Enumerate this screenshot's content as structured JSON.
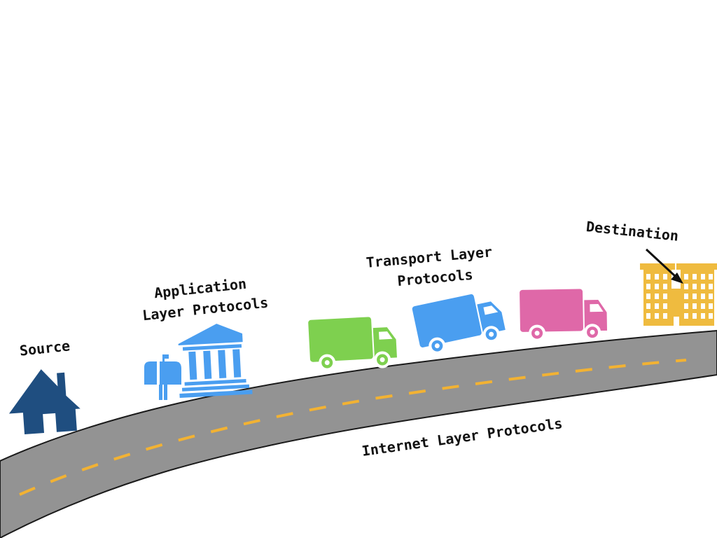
{
  "labels": {
    "source": "Source",
    "application_line1": "Application",
    "application_line2": "Layer Protocols",
    "transport_line1": "Transport Layer",
    "transport_line2": "Protocols",
    "destination": "Destination",
    "internet": "Internet Layer Protocols"
  },
  "icons": {
    "source": "house-icon",
    "application_1": "mailbox-icon",
    "application_2": "bank-building-icon",
    "transport_1": "green-truck-icon",
    "transport_2": "blue-truck-icon",
    "transport_3": "pink-truck-icon",
    "destination": "apartment-building-icon",
    "arrow": "arrow-icon"
  },
  "colors": {
    "road": "#939393",
    "road_edge": "#1a1a1a",
    "lane_marking": "#f2b233",
    "house": "#1f4e80",
    "mailbox": "#4a9ef0",
    "bank": "#4a9ef0",
    "truck_green": "#7ed04f",
    "truck_blue": "#4a9ef0",
    "truck_pink": "#df68a8",
    "building": "#efbb3f"
  }
}
